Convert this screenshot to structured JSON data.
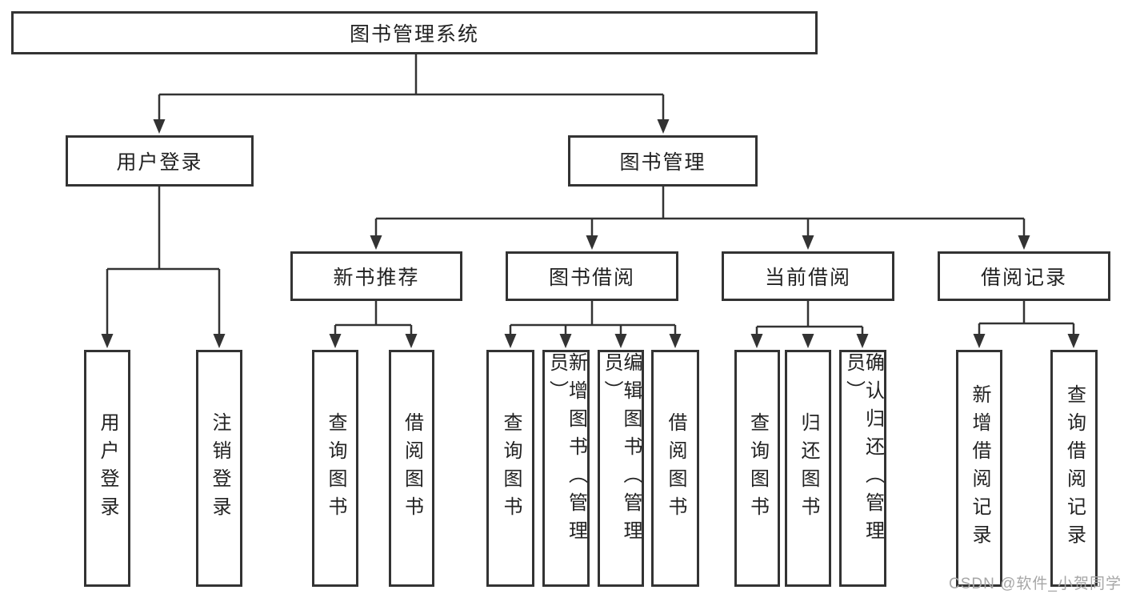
{
  "diagram": {
    "root": {
      "label": "图书管理系统"
    },
    "level2": [
      {
        "label": "用户登录"
      },
      {
        "label": "图书管理"
      }
    ],
    "level3": [
      {
        "label": "新书推荐"
      },
      {
        "label": "图书借阅"
      },
      {
        "label": "当前借阅"
      },
      {
        "label": "借阅记录"
      }
    ],
    "leaves": {
      "user_login": [
        {
          "label": "用户登录"
        },
        {
          "label": "注销登录"
        }
      ],
      "new_book_recommend": [
        {
          "label": "查询图书"
        },
        {
          "label": "借阅图书"
        }
      ],
      "book_borrow": [
        {
          "label": "查询图书"
        },
        {
          "label": "新增图书（管理员）"
        },
        {
          "label": "编辑图书（管理员）"
        },
        {
          "label": "借阅图书"
        }
      ],
      "current_borrow": [
        {
          "label": "查询图书"
        },
        {
          "label": "归还图书"
        },
        {
          "label": "确认归还（管理员）"
        }
      ],
      "borrow_record": [
        {
          "label": "新增借阅记录"
        },
        {
          "label": "查询借阅记录"
        }
      ]
    },
    "watermark": "CSDN @软件_小贺同学",
    "colors": {
      "line": "#333333",
      "text": "#222222",
      "watermark": "#a6a6a6",
      "background": "#ffffff"
    }
  }
}
